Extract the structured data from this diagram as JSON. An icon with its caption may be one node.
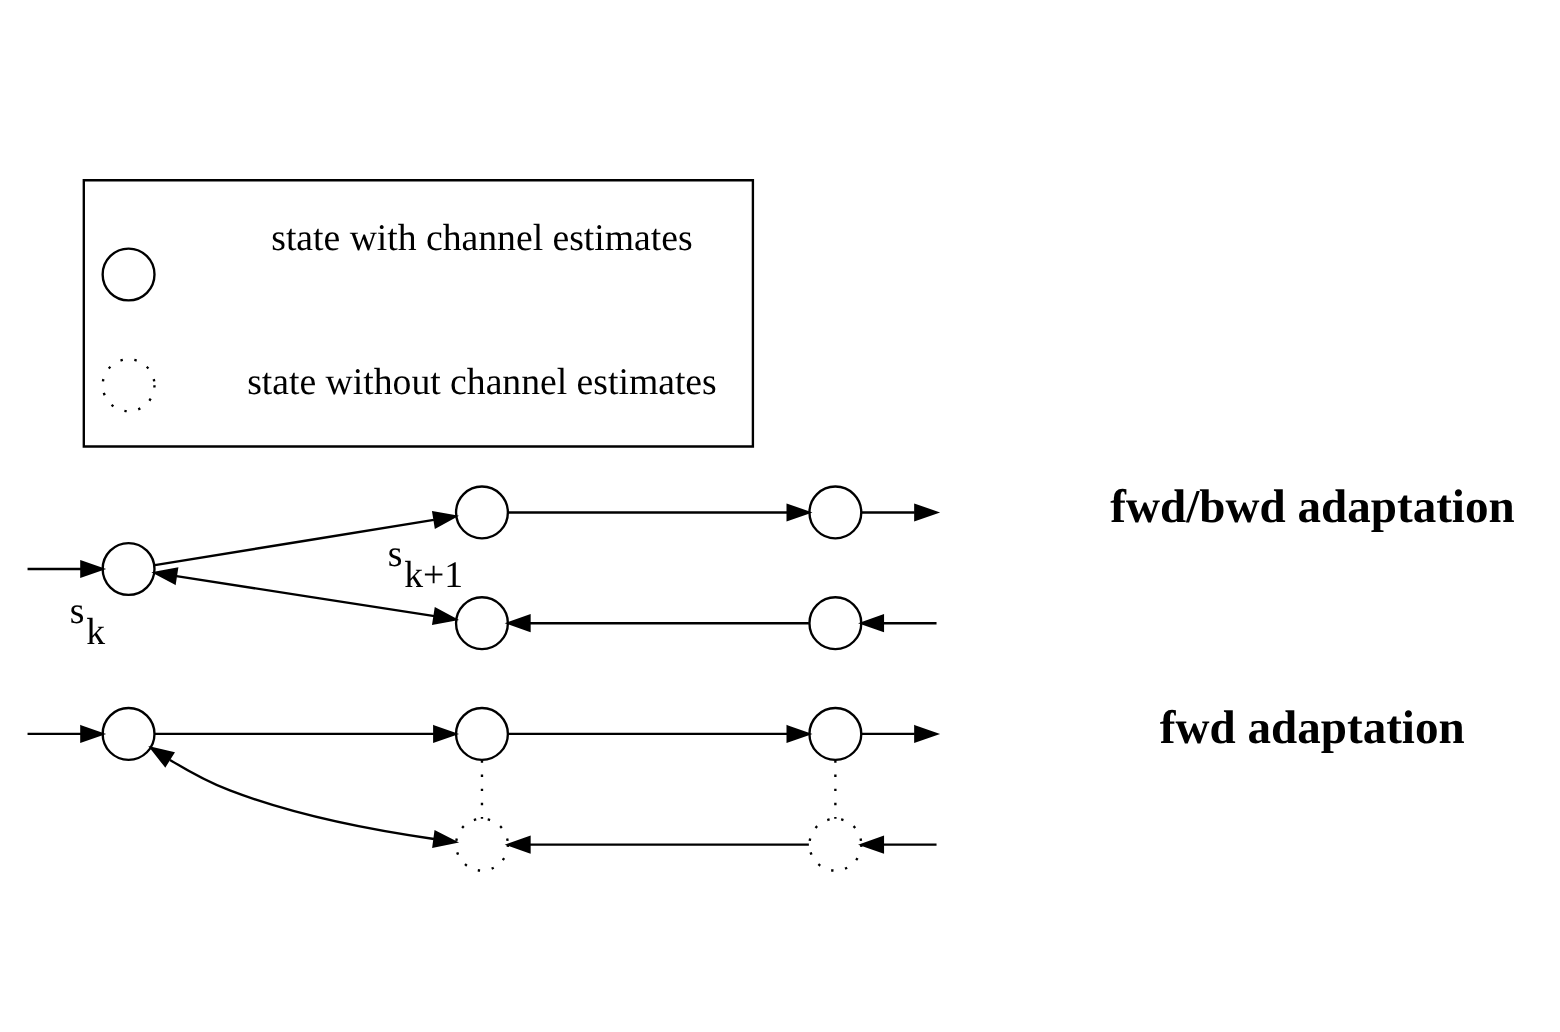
{
  "diagram": {
    "nodes": [
      {
        "text": [],
        "shape": "circle",
        "beside": [
          "s$_{k}$"
        ]
      },
      {
        "text": [],
        "shape": "circle",
        "beside": [
          "s$_{k+1}$"
        ]
      },
      {
        "text": [],
        "shape": "circle"
      },
      {
        "text": [],
        "shape": "circle"
      },
      {
        "text": [],
        "shape": "circle"
      },
      {
        "text": [],
        "shape": "circle"
      },
      {
        "text": [],
        "shape": "circle"
      },
      {
        "text": [],
        "shape": "circle"
      },
      {
        "text": [],
        "shape": "circle"
      },
      {
        "text": [],
        "shape": "circle"
      },
      {
        "text": [],
        "shape": "box"
      },
      {
        "text": [],
        "shape": "circle",
        "in": 10
      },
      {
        "text": [],
        "shape": "circle",
        "in": 10
      }
    ],
    "edges": [
      {
        "from": null,
        "to": 0,
        "arrow": "to"
      },
      {
        "from": 0,
        "to": 1,
        "arrow": "to"
      },
      {
        "from": 1,
        "to": 2,
        "arrow": "to"
      },
      {
        "from": 2,
        "to": null,
        "arrow": "to"
      },
      {
        "from": 0,
        "to": 3,
        "arrow": "both"
      },
      {
        "from": 4,
        "to": 3,
        "arrow": "to"
      },
      {
        "from": null,
        "to": 4,
        "arrow": "to"
      },
      {
        "from": null,
        "to": 5,
        "arrow": "to"
      },
      {
        "from": 5,
        "to": 6,
        "arrow": "to"
      },
      {
        "from": 6,
        "to": 7,
        "arrow": "to"
      },
      {
        "from": 7,
        "to": null,
        "arrow": "to"
      },
      {
        "from": 5,
        "to": 8,
        "arrow": "both"
      },
      {
        "from": 6,
        "to": 8,
        "arrow": "none",
        "style": "dashed"
      },
      {
        "from": 7,
        "to": 9,
        "arrow": "none",
        "style": "dashed"
      },
      {
        "from": 9,
        "to": 8,
        "arrow": "to"
      },
      {
        "from": null,
        "to": 9,
        "arrow": "to"
      }
    ],
    "labels": [
      "fwd/bwd adaptation",
      "fwd adaptation"
    ],
    "legend": [
      {
        "text": "state with channel estimates"
      },
      {
        "text": "state without channel estimates"
      }
    ]
  }
}
